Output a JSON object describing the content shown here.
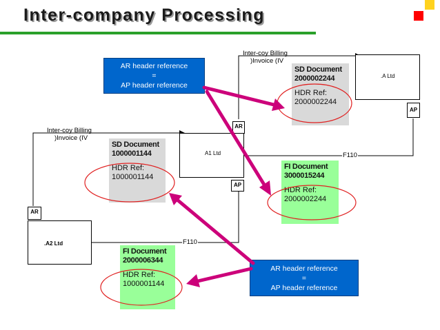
{
  "title": "Inter-company Processing",
  "colors": {
    "title_underline": "#2aa02a",
    "accent_red": "#ff0000",
    "accent_yellow": "#ffd21e",
    "note_blue": "#0066cc",
    "fi_green": "#99ff99",
    "sd_grey": "#d9d9d9",
    "arrow_magenta": "#cc007a",
    "ellipse_red": "#e02020"
  },
  "companies": {
    "a1": {
      "name": "A1 Ltd",
      "ar": "AR",
      "ap": "AP"
    },
    "a2": {
      "name": ".A2 Ltd",
      "ar": "AR"
    },
    "a": {
      "name": ".A Ltd",
      "ap": "AP"
    }
  },
  "labels": {
    "billing_left": [
      "Inter-coy Billing",
      ")Invoice (IV"
    ],
    "billing_right": [
      "Inter-coy Billing",
      ")Invoice (IV"
    ],
    "f110_right": "F110",
    "f110_left": "F110"
  },
  "notes": {
    "top": [
      "AR header reference",
      "=",
      "AP header reference"
    ],
    "bottom": [
      "AR header reference",
      "=",
      "AP header reference"
    ]
  },
  "documents": {
    "sd_right": {
      "title": [
        "SD Document",
        "2000002244"
      ],
      "ref": [
        "HDR Ref:",
        "2000002244"
      ]
    },
    "sd_left": {
      "title": [
        "SD Document",
        "1000001144"
      ],
      "ref": [
        "HDR Ref:",
        "1000001144"
      ]
    },
    "fi_right": {
      "title": [
        "FI Document",
        "3000015244"
      ],
      "ref": [
        "HDR Ref:",
        "2000002244"
      ]
    },
    "fi_left": {
      "title": [
        "FI Document",
        "2000006344"
      ],
      "ref": [
        "HDR Ref:",
        "1000001144"
      ]
    }
  }
}
